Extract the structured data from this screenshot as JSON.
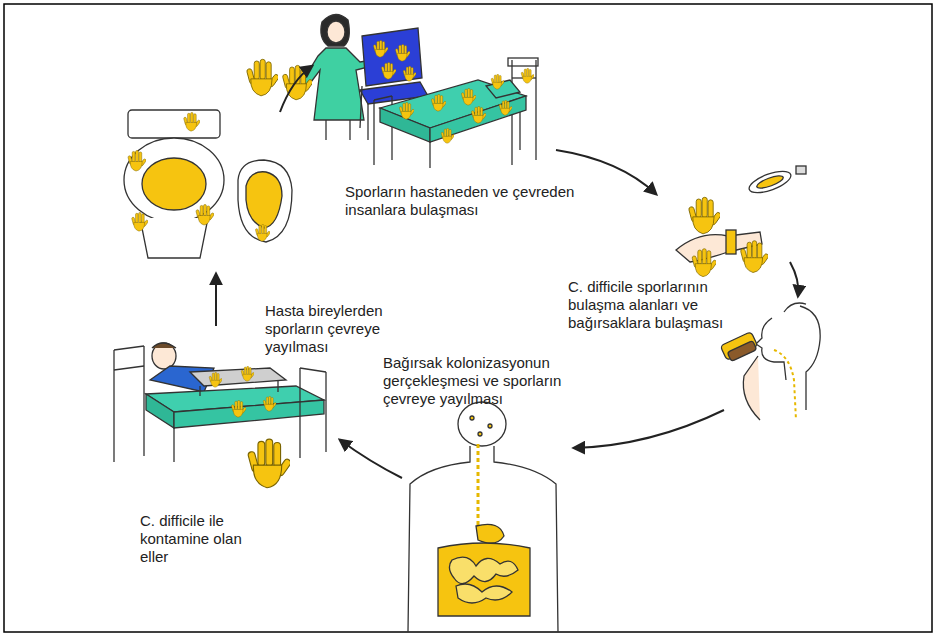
{
  "diagram": {
    "labels": [
      "Sporların hastaneden ve çevreden insanlara bulaşması",
      "Hasta bireylerden sporların çevreye yayılması",
      "C. difficile sporlarının bulaşma alanları ve bağırsaklara bulaşması",
      "Bağırsak kolonizasyonun gerçekleşmesi ve sporların çevreye yayılması",
      "C. difficile ile kontamine olan eller"
    ]
  }
}
